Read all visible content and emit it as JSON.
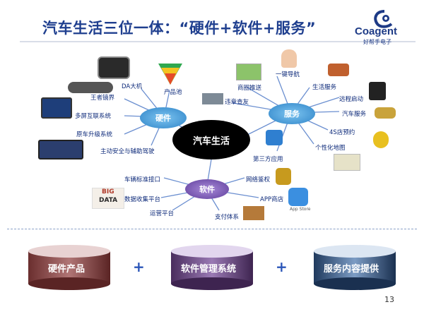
{
  "title": "汽车生活三位一体：“硬件+软件+服务”",
  "logo": {
    "name": "Coagent",
    "subtitle": "好帮手电子"
  },
  "center": "汽车生活",
  "hubs": {
    "hardware": "硬件",
    "service": "服务",
    "software": "软件"
  },
  "hardware_items": [
    "DA大机",
    "产品池",
    "王者镜界",
    "多屏互联系统",
    "原车升级系统",
    "主动安全与辅助驾驶"
  ],
  "service_items": [
    "一键导航",
    "生活服务",
    "远程启动",
    "汽车服务",
    "4S店预约",
    "个性化地图",
    "第三方应用",
    "商圈推送",
    "违章查友"
  ],
  "software_items": [
    "车辆标准接口",
    "数据收集平台",
    "运营平台",
    "网络鉴权",
    "APP商店",
    "支付体系"
  ],
  "big_data": [
    "BIG",
    "DATA"
  ],
  "app_store": "App Store",
  "cylinders": [
    "硬件产品",
    "软件管理系统",
    "服务内容提供"
  ],
  "plus": "+",
  "page_number": "13",
  "colors": {
    "title": "#1f3f8f",
    "hub": "#3d9ad8",
    "software_hub": "#6f4aa8",
    "center": "#000000"
  }
}
